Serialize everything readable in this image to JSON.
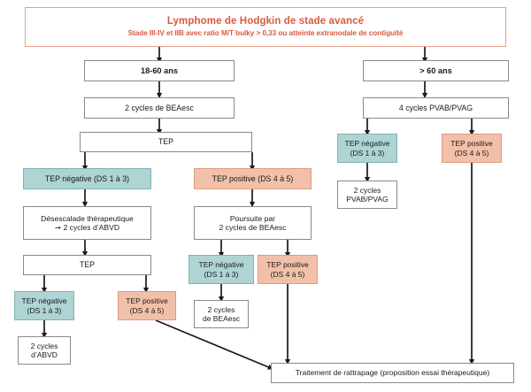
{
  "diagram": {
    "title": "Lymphome de Hodgkin de stade avancé",
    "subtitle": "Stade III-IV et IIB avec ratio M/T bulky > 0,33 ou atteinte extranodale de contiguïté",
    "colors": {
      "accent": "#d9593f",
      "accent_border": "#e8a08a",
      "negative_fill": "#aed4d4",
      "positive_fill": "#f2c0a9",
      "box_border": "#8a8a8a",
      "text": "#1a1a1a",
      "connector": "#1a1a1a"
    },
    "nodes": {
      "age_young": "18-60 ans",
      "beacopp_2": "2 cycles de BEAesc",
      "pet_1": "TEP",
      "pet_neg_1": "TEP négative (DS 1 à 3)",
      "pet_pos_1": "TEP positive (DS 4 à 5)",
      "deescalation": "Désescalade thérapeutique\n➞ 2 cycles d’ABVD",
      "continue_beacopp": "Poursuite par\n2 cycles de BEAesc",
      "pet_2": "TEP",
      "pet_neg_2": "TEP négative\n(DS 1 à 3)",
      "pet_pos_2": "TEP positive\n(DS 4 à 5)",
      "beacopp_2b": "2 cycles\nde BEAesc",
      "pet_neg_3": "TEP négative\n(DS 1 à 3)",
      "pet_pos_3": "TEP positive\n(DS 4 à 5)",
      "abvd_2": "2 cycles\nd’ABVD",
      "age_old": "> 60 ans",
      "pvab_4": "4 cycles PVAB/PVAG",
      "pet_neg_old": "TEP négative\n(DS 1 à 3)",
      "pet_pos_old": "TEP positive\n(DS 4 à 5)",
      "pvab_2": "2 cycles\nPVAB/PVAG",
      "salvage": "Traitement de rattrapage (proposition essai thérapeutique)"
    }
  }
}
